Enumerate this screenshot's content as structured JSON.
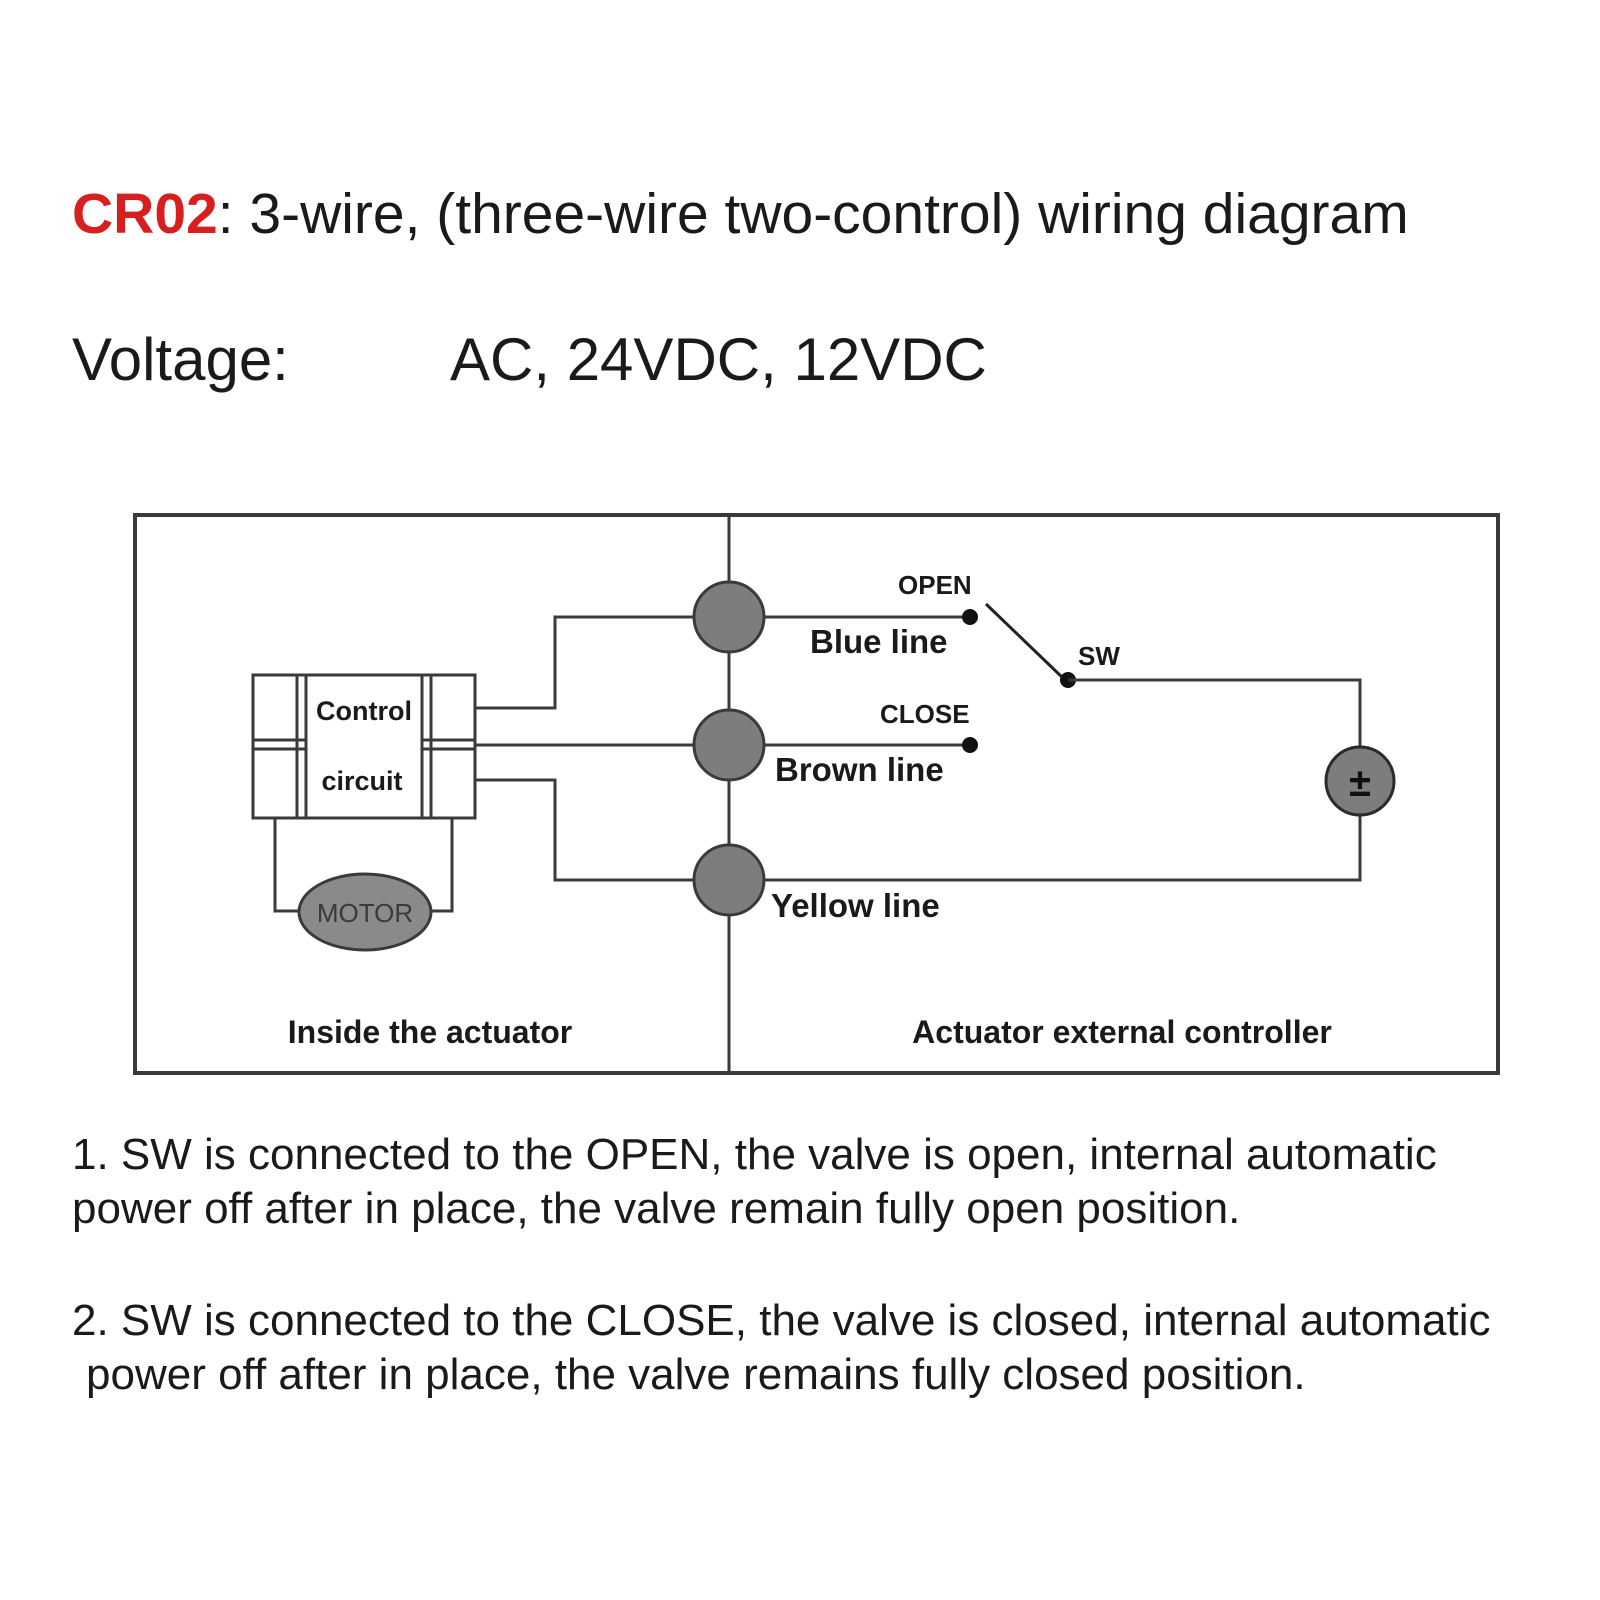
{
  "title": {
    "code": "CR02",
    "text": ": 3-wire, (three-wire two-control) wiring diagram"
  },
  "voltage": {
    "label": "Voltage:",
    "value": "AC, 24VDC, 12VDC"
  },
  "diagram": {
    "control_label_1": "Control",
    "control_label_2": "circuit",
    "motor_label": "MOTOR",
    "open_label": "OPEN",
    "close_label": "CLOSE",
    "sw_label": "SW",
    "blue_line_label": "Blue line",
    "brown_line_label": "Brown line",
    "yellow_line_label": "Yellow line",
    "power_symbol": "±",
    "left_section_label": "Inside the actuator",
    "right_section_label": "Actuator external controller",
    "colors": {
      "line": "#3a3a3a",
      "terminal_fill": "#7d7d7d",
      "motor_fill": "#8a8a8a",
      "title_accent": "#d71f1f"
    }
  },
  "notes": {
    "note1_line1": "1. SW is connected to the OPEN, the valve is open, internal automatic",
    "note1_line2": "power off after in place, the valve remain fully open position.",
    "note2_line1": "2. SW is connected to the CLOSE, the valve is closed, internal automatic",
    "note2_line2": "power off after in place, the valve remains fully closed position."
  }
}
